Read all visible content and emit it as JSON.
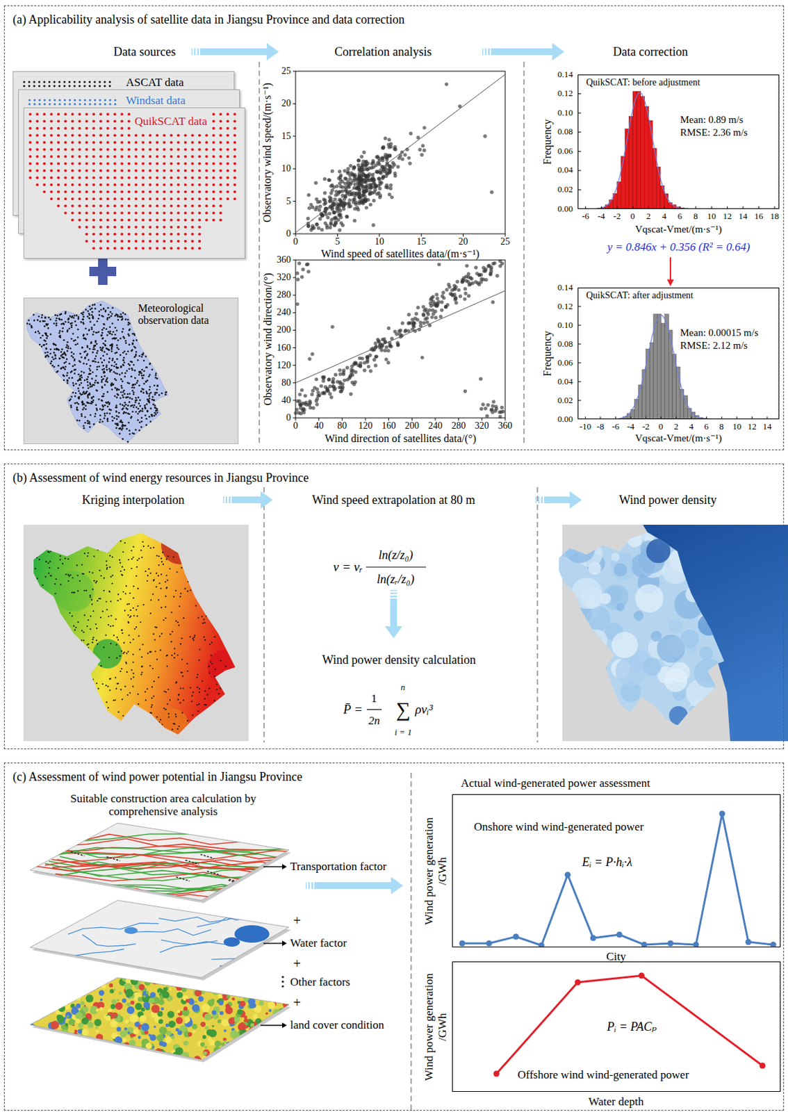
{
  "diagram": {
    "nodes": [
      {
        "text": [
          "(a) Applicability analysis of satellite data in Jiangsu Province and data correction"
        ]
      },
      {
        "text": [
          "ASCAT data"
        ],
        "in": 0
      },
      {
        "text": [
          "Windsat data"
        ],
        "in": 0
      },
      {
        "text": [
          "QuikSCAT data"
        ],
        "in": 0
      },
      {
        "text": [
          "Meteorological observation data"
        ],
        "in": 0
      },
      {
        "text": [
          "QuikSCAT: before adjustment",
          "Mean: 0.89 m/s",
          "RMSE: 2.36 m/s"
        ],
        "in": 0
      },
      {
        "text": [
          "QuikSCAT: after adjustment",
          "Mean: 0.00015 m/s",
          "RMSE: 2.12 m/s"
        ],
        "in": 0
      },
      {
        "text": [
          "(b) Assessment of wind energy resources in Jiangsu Province"
        ]
      },
      {
        "text": [
          "(c) Assessment of wind power potential in Jiangsu Province"
        ]
      },
      {
        "text": [
          "Onshore wind wind-generated power",
          "Eᵢ = P·hᵢ·λ"
        ],
        "in": 8
      },
      {
        "text": [
          "Pᵢ = PACₚ",
          "Offshore wind wind-generated power"
        ],
        "in": 8
      }
    ],
    "labels": [
      "Data sources",
      "Correlation analysis",
      "Data correction",
      "0",
      "5",
      "10",
      "15",
      "20",
      "25",
      "0",
      "5",
      "10",
      "15",
      "20",
      "25",
      "Observatory wind speed/(m·s⁻¹)",
      "Wind speed of satellites data/(m·s⁻¹)",
      "0",
      "40",
      "80",
      "120",
      "160",
      "200",
      "240",
      "280",
      "320",
      "360",
      "0",
      "40",
      "80",
      "120",
      "160",
      "200",
      "240",
      "280",
      "320",
      "360",
      "Observatory wind direction/(°)",
      "Wind direction of satellites data/(°)",
      "Frequency",
      "0.00",
      "0.02",
      "0.04",
      "0.06",
      "0.08",
      "0.10",
      "0.12",
      "0.14",
      "-6",
      "-4",
      "-2",
      "0",
      "2",
      "4",
      "6",
      "8",
      "10",
      "12",
      "14",
      "16",
      "18",
      "Vqscat-Vmet/(m·s⁻¹)",
      "y = 0.846x + 0.356 (R² = 0.64)",
      "Frequency",
      "0.00",
      "0.02",
      "0.04",
      "0.06",
      "0.08",
      "0.10",
      "0.12",
      "0.14",
      "-10",
      "-8",
      "-6",
      "-4",
      "-2",
      "0",
      "2",
      "4",
      "6",
      "8",
      "10",
      "12",
      "14",
      "Vqscat-Vmet/(m·s⁻¹)",
      "Kriging interpolation",
      "Wind speed extrapolation at 80 m",
      "Wind power density",
      "v = vᵣ",
      "ln(z/z₀)",
      "ln(zᵣ/z₀)",
      "Wind power density calculation",
      "P̄ =",
      "1",
      "2n",
      "n",
      "∑",
      "i = 1",
      "ρvᵢ³",
      "Suitable construction area calculation by comprehensive analysis",
      "Transportation factor",
      "+",
      "Water factor",
      "+",
      "Other factors",
      "+",
      "land cover condition",
      "Actual wind-generated power assessment",
      "Wind power generation /GWh",
      "City",
      "Wind power generation /GWh",
      "Water depth"
    ]
  }
}
